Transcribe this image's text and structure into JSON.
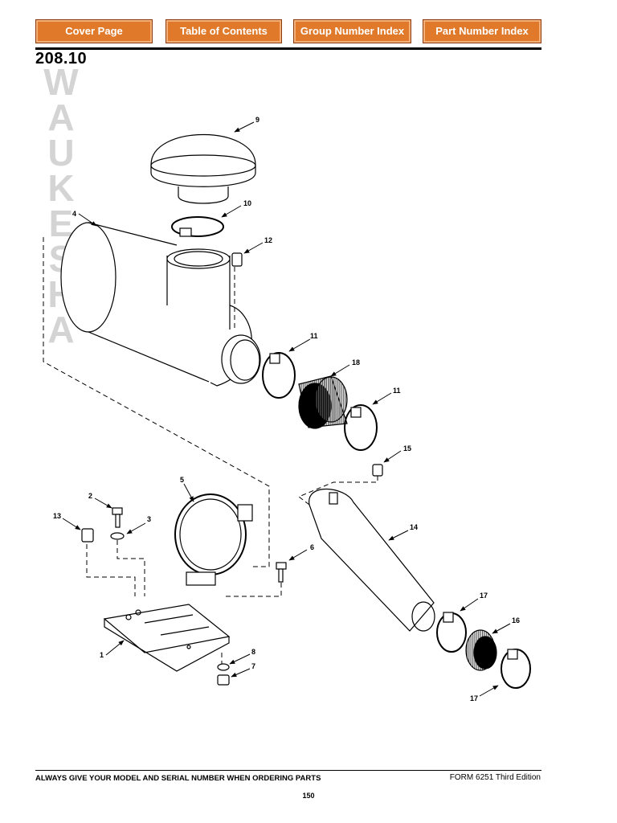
{
  "nav": {
    "cover_page": "Cover Page",
    "table_of_contents": "Table of Contents",
    "group_number_index": "Group Number Index",
    "part_number_index": "Part Number Index"
  },
  "page_title": "208.10",
  "watermark": [
    "W",
    "A",
    "U",
    "K",
    "E",
    "S",
    "H",
    "A"
  ],
  "callouts": {
    "c9": "9",
    "c10": "10",
    "c4": "4",
    "c12": "12",
    "c11a": "11",
    "c18": "18",
    "c11b": "11",
    "c15": "15",
    "c5": "5",
    "c2": "2",
    "c3": "3",
    "c13": "13",
    "c6": "6",
    "c14": "14",
    "c17a": "17",
    "c16": "16",
    "c17b": "17",
    "c1": "1",
    "c8": "8",
    "c7": "7"
  },
  "footer": {
    "notice": "ALWAYS GIVE YOUR MODEL AND SERIAL NUMBER WHEN ORDERING PARTS",
    "form": "FORM 6251 Third Edition",
    "page_number": "150"
  },
  "colors": {
    "nav_button": "#e07a2a",
    "nav_border": "#8a3a0c",
    "watermark": "#d4d4d4"
  }
}
